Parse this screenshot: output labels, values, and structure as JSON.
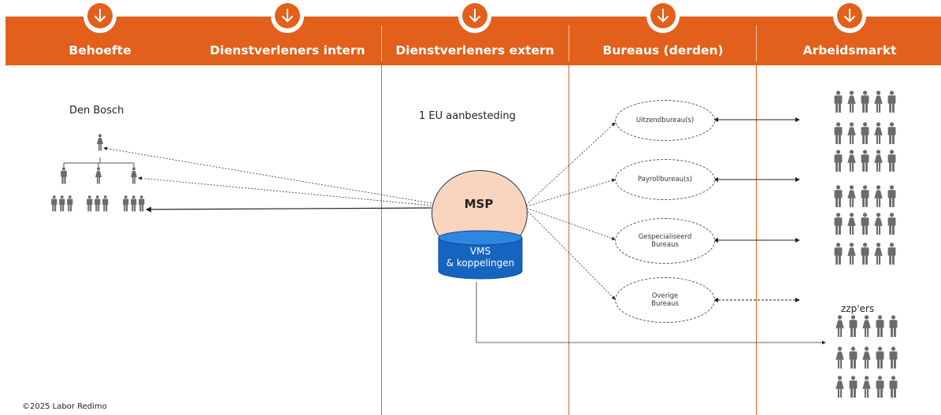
{
  "columns": [
    {
      "title": "Behoefte"
    },
    {
      "title": "Dienstverleners intern"
    },
    {
      "title": "Dienstverleners extern"
    },
    {
      "title": "Bureaus (derden)"
    },
    {
      "title": "Arbeidsmarkt"
    }
  ],
  "behoefte": {
    "location": "Den Bosch"
  },
  "extern": {
    "tender": "1 EU aanbesteding",
    "msp": "MSP",
    "vms": "VMS\n& koppelingen"
  },
  "bureaus": [
    {
      "label": "Uitzendbureau(s)"
    },
    {
      "label": "Payrollbureau(s)"
    },
    {
      "label": "Gespecialiseerd\nBureaus"
    },
    {
      "label": "Overige\nBureaus"
    }
  ],
  "arbeidsmarkt": {
    "zzp_label": "zzp'ers"
  },
  "footer": {
    "copyright": "©2025 Labor Redimo"
  },
  "colors": {
    "accent": "#e2601b",
    "msp_fill": "#f9d5c0",
    "vms_fill": "#1565c0",
    "person": "#6b6b6b"
  },
  "icons": [
    "arrow-down-icon",
    "person-icon"
  ]
}
